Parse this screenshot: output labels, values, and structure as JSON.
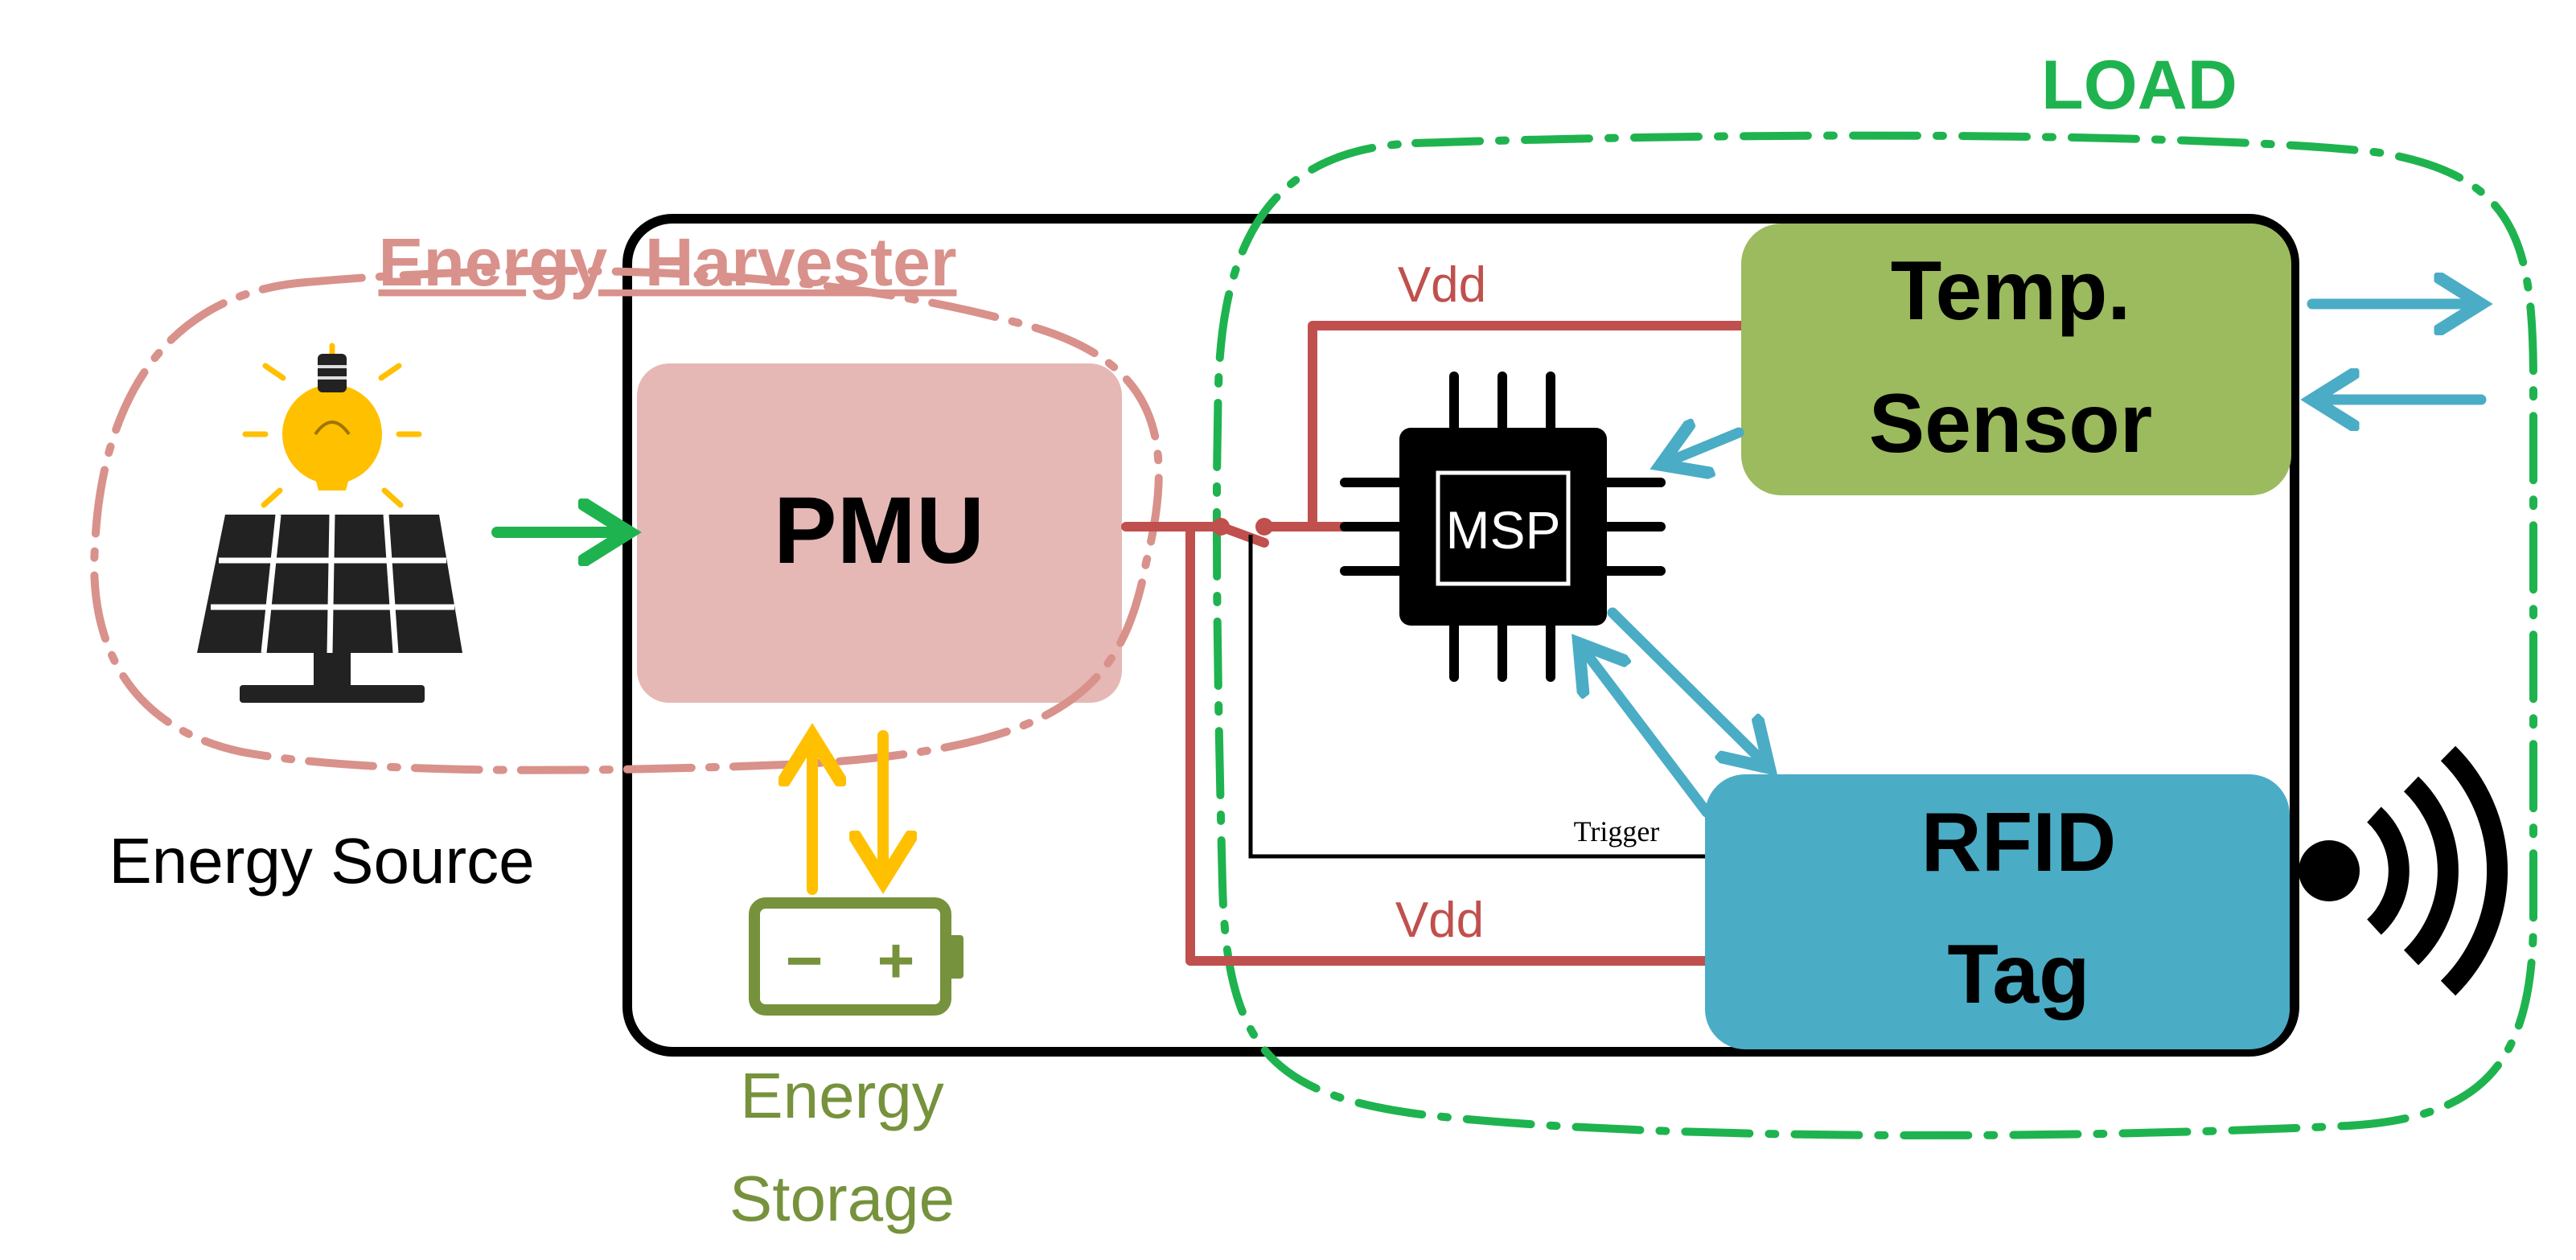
{
  "labels": {
    "load": "LOAD",
    "energy_harvester": "Energy  Harvester",
    "energy_source": "Energy Source",
    "energy_storage_line1": "Energy",
    "energy_storage_line2": "Storage",
    "pmu": "PMU",
    "msp": "MSP",
    "temp_sensor_line1": "Temp.",
    "temp_sensor_line2": "Sensor",
    "rfid_tag_line1": "RFID",
    "rfid_tag_line2": "Tag",
    "vdd_top": "Vdd",
    "vdd_bottom": "Vdd",
    "trigger": "Trigger",
    "battery_minus": "−",
    "battery_plus": "+"
  },
  "icons": {
    "source": "solar-panel-icon",
    "bulb": "light-bulb-icon",
    "battery": "battery-icon",
    "chip": "microcontroller-chip-icon",
    "wireless": "wireless-signal-icon"
  },
  "colors": {
    "load": "#1fb34f",
    "harvester": "#d9918b",
    "pmu_fill": "#e6b8b5",
    "temp_fill": "#9bbb5e",
    "rfid_fill": "#4bacc6",
    "vdd_wire": "#c0504d",
    "data_arrow": "#4bacc6",
    "storage_arrow": "#ffc000",
    "storage_text": "#76923c",
    "input_arrow": "#1fb34f"
  }
}
